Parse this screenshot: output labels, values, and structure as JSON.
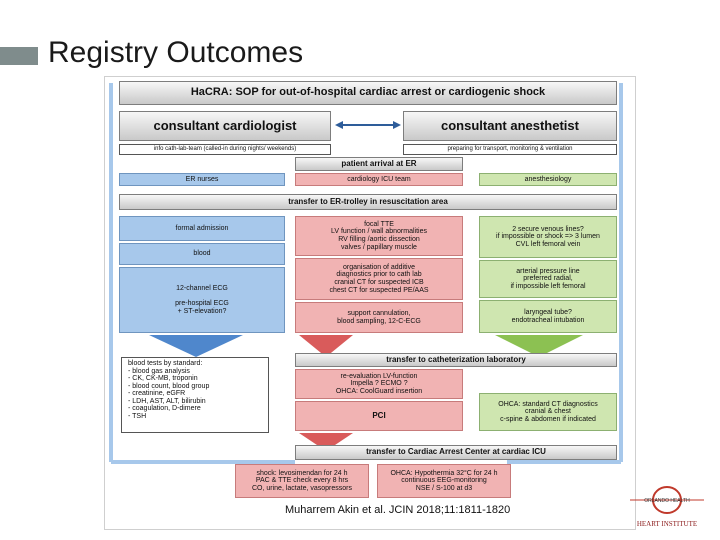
{
  "slide": {
    "title": "Registry Outcomes",
    "citation": "Muharrem Akin et al. JCIN 2018;11:1811-1820"
  },
  "diagram": {
    "header": "HaCRA: SOP for out-of-hospital cardiac arrest or cardiogenic shock",
    "consultant_cardiologist": "consultant cardiologist",
    "consultant_anesthetist": "consultant  anesthetist",
    "info_cath_lab": "info cath-lab-team (called-in during nights/ weekends)",
    "preparing_transport": "preparing for transport, monitoring & ventilation",
    "patient_arrival": "patient arrival at ER",
    "er_nurses": "ER nurses",
    "cardiology_icu_team": "cardiology ICU team",
    "anesthesiology": "anesthesiology",
    "transfer_resus": "transfer to ER-trolley in resuscitation area",
    "formal_admission": "formal admission",
    "blood": "blood",
    "ecg": "12-channel ECG\n\npre-hospital ECG\n+ ST-elevation?",
    "focal_tte": "focal TTE\nLV  function / wall abnormalities\nRV filling /aortic dissection\nvalves / papillary muscle",
    "organisation": "organisation of additive\ndiagnostics prior to cath lab\ncranial CT for suspected ICB\nchest CT for suspected PE/AAS",
    "support_cannulation": "support cannulation,\nblood sampling, 12-C-ECG",
    "venous_lines": "2 secure venous lines?\nif impossible or shock => 3 lumen\nCVL left femoral vein",
    "arterial_line": "arterial pressure line\npreferred radial,\nif impossible left femoral",
    "laryngeal_tube": "laryngeal tube?\nendotracheal intubation",
    "blood_tests": "blood tests by standard:\n-  blood gas analysis\n-  CK, CK-MB, troponin\n-  blood count, blood group\n-  creatinine, eGFR\n-  LDH, AST, ALT, bilirubin\n-  coagulation, D-dimere\n-  TSH",
    "transfer_cath": "transfer to catheterization laboratory",
    "reevaluation": "re-evaluation LV-function\nImpella ?  ECMO ?\nOHCA: CoolGuard insertion",
    "pci": "PCI",
    "ohca_ct": "OHCA:  standard CT diagnostics\ncranial & chest\nc-spine & abdomen if indicated",
    "transfer_icu": "transfer to Cardiac Arrest Center at cardiac ICU",
    "shock_levosimendan": "shock: levosimendan for 24 h\nPAC & TTE  check every 8 hrs\nCO, urine, lactate, vasopressors",
    "ohca_hypothermia": "OHCA:  Hypothermia 32°C for 24 h\ncontinuous EEG-monitoring\nNSE / S-100 at d3"
  },
  "logo": {
    "org": "ORLANDO HEALTH",
    "name": "HEART INSTITUTE"
  },
  "colors": {
    "blue": "#a7c8eb",
    "red": "#f1b3b3",
    "green": "#cfe6b0",
    "gray": "#c8c8c8",
    "accent_bar": "#7f8c8c"
  }
}
